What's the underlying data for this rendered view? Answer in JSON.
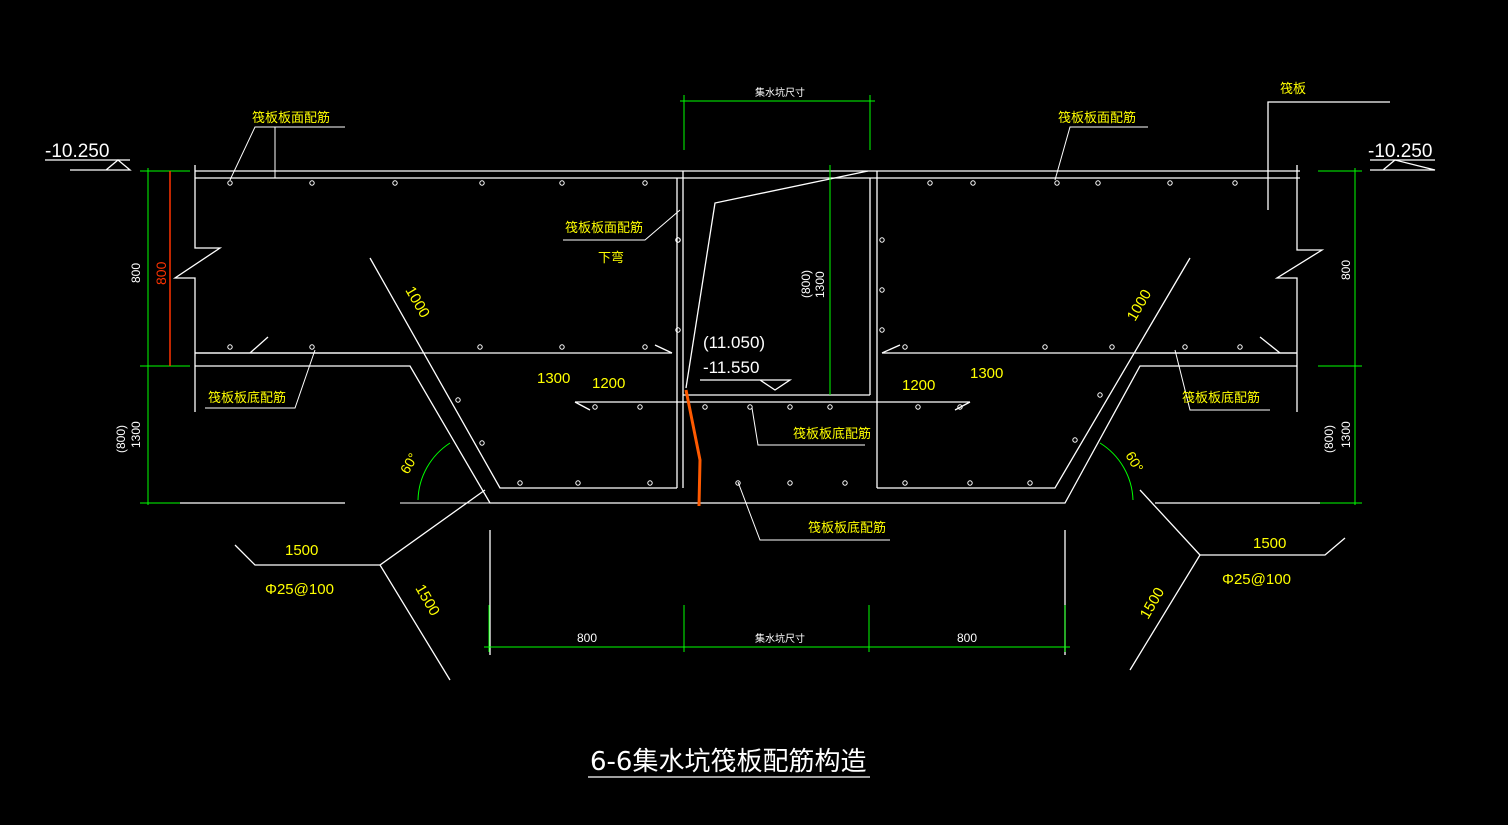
{
  "colors": {
    "background": "#000000",
    "outline": "#ffffff",
    "text": "#ffff00",
    "dimension": "#00ff00",
    "highlight_dim": "#ff3300",
    "highlight_bar": "#ff5a00"
  },
  "elevations": {
    "left_top": "-10.250",
    "right_top": "-10.250",
    "pit_bottom_paren": "(11.050)",
    "pit_bottom": "-11.550"
  },
  "labels": {
    "top_rebar_left": "筏板板面配筋",
    "top_rebar_right": "筏板板面配筋",
    "raft": "筏板",
    "top_rebar_center": "筏板板面配筋",
    "bend_down": "下弯",
    "bottom_rebar_left": "筏板板底配筋",
    "bottom_rebar_right": "筏板板底配筋",
    "bottom_rebar_center": "筏板板底配筋",
    "bottom_rebar_bottom": "筏板板底配筋",
    "title": "6-6集水坑筏板配筋构造"
  },
  "dimensions": {
    "pit_size_top": "集水坑尺寸",
    "pit_size_bottom": "集水坑尺寸",
    "left_800": "800",
    "left_800_red": "800",
    "right_800": "800",
    "left_1300": "1300",
    "left_800_paren": "(800)",
    "right_1300": "1300",
    "right_800_paren": "(800)",
    "center_1300": "1300",
    "center_800_paren": "(800)",
    "slope_left_1000": "1000",
    "slope_right_1000": "1000",
    "len_1300_left": "1300",
    "len_1200_left": "1200",
    "len_1200_right": "1200",
    "len_1300_right": "1300",
    "angle_left": "60°",
    "angle_right": "60°",
    "anchor_left_1500_h": "1500",
    "anchor_left_bar": "Φ25@100",
    "anchor_left_1500_d": "1500",
    "anchor_right_1500_h": "1500",
    "anchor_right_bar": "Φ25@100",
    "anchor_right_1500_d": "1500",
    "bottom_800_left": "800",
    "bottom_800_right": "800"
  }
}
